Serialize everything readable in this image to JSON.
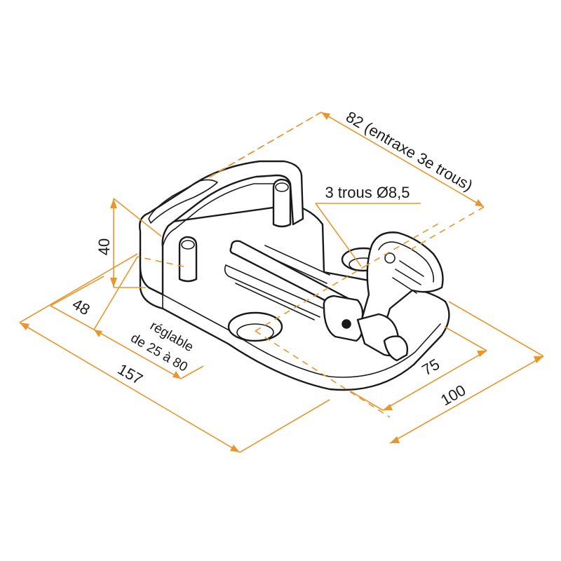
{
  "colors": {
    "dimension": "#e8962e",
    "outline": "#1a1a1a",
    "background": "#ffffff"
  },
  "dimensions": {
    "height": "40",
    "left_offset": "48",
    "overall_length": "157",
    "adjustable_line1": "réglable",
    "adjustable_line2": "de 25 à 80",
    "hole_spacing": "82 (entraxe 3e trous)",
    "holes": "3 trous Ø8,5",
    "inner_width": "75",
    "overall_width": "100"
  }
}
